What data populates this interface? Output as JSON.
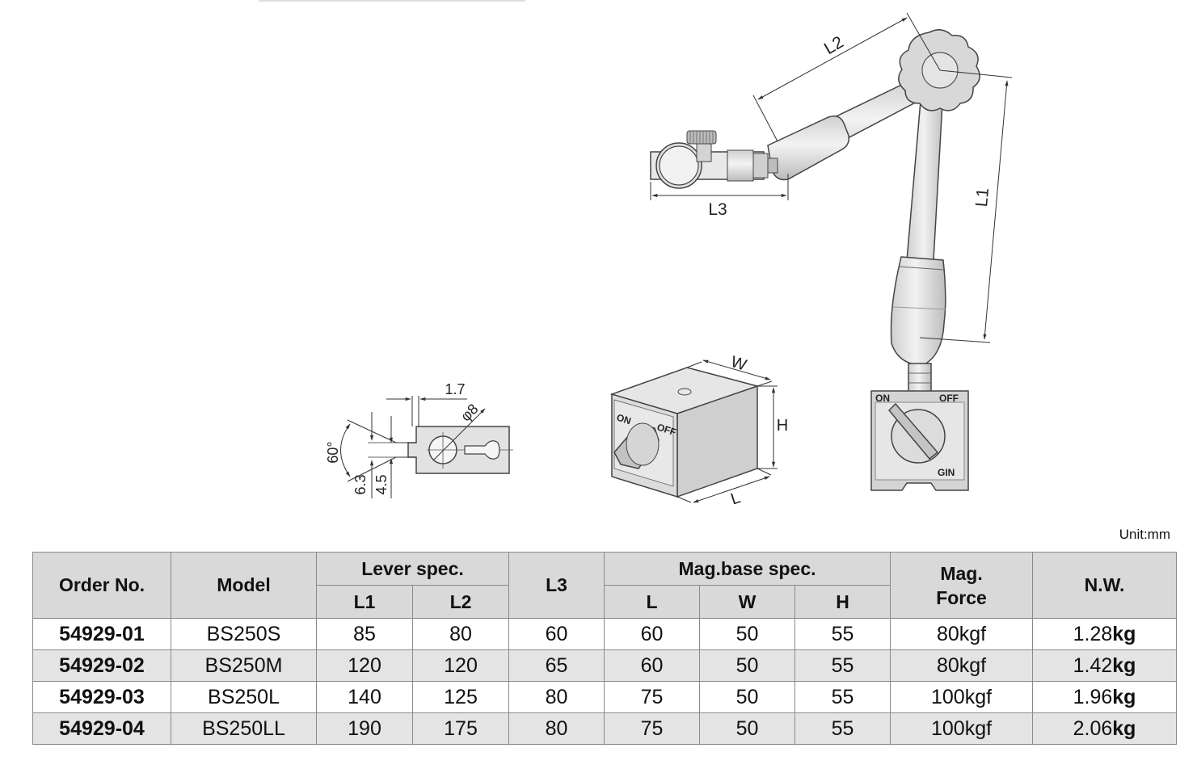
{
  "drawing": {
    "dims": {
      "l1": "L1",
      "l2": "L2",
      "l3": "L3",
      "w": "W",
      "h": "H",
      "l": "L",
      "d17": "1.7",
      "phi8": "φ8",
      "angle60": "60°",
      "d63": "6.3",
      "d45": "4.5"
    },
    "switch": {
      "on": "ON",
      "off": "OFF",
      "gin": "GIN"
    }
  },
  "unit_label": "Unit:mm",
  "table": {
    "headers": {
      "order_no": "Order No.",
      "model": "Model",
      "lever_spec": "Lever spec.",
      "l1": "L1",
      "l2": "L2",
      "l3": "L3",
      "mag_base_spec": "Mag.base spec.",
      "l": "L",
      "w": "W",
      "h": "H",
      "mag_force_1": "Mag.",
      "mag_force_2": "Force",
      "nw": "N.W."
    },
    "rows": [
      {
        "order": "54929-01",
        "model": "BS250S",
        "l1": "85",
        "l2": "80",
        "l3": "60",
        "l": "60",
        "w": "50",
        "h": "55",
        "force": "80kgf",
        "nw_num": "1.28",
        "nw_unit": "kg"
      },
      {
        "order": "54929-02",
        "model": "BS250M",
        "l1": "120",
        "l2": "120",
        "l3": "65",
        "l": "60",
        "w": "50",
        "h": "55",
        "force": "80kgf",
        "nw_num": "1.42",
        "nw_unit": "kg"
      },
      {
        "order": "54929-03",
        "model": "BS250L",
        "l1": "140",
        "l2": "125",
        "l3": "80",
        "l": "75",
        "w": "50",
        "h": "55",
        "force": "100kgf",
        "nw_num": "1.96",
        "nw_unit": "kg"
      },
      {
        "order": "54929-04",
        "model": "BS250LL",
        "l1": "190",
        "l2": "175",
        "l3": "80",
        "l": "75",
        "w": "50",
        "h": "55",
        "force": "100kgf",
        "nw_num": "2.06",
        "nw_unit": "kg"
      }
    ]
  }
}
